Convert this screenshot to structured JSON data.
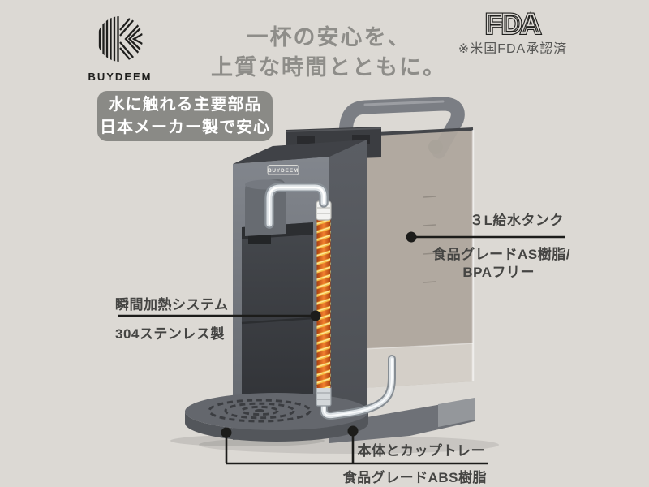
{
  "brand": {
    "logo": "buydeem-circle-k-mark",
    "wordmark": "BUYDEEM"
  },
  "heading": {
    "line1": "一杯の安心を、",
    "line2": "上質な時間とともに。"
  },
  "certification": {
    "logo_text": "FDA",
    "caption": "※米国FDA承認済"
  },
  "badge": {
    "line1": "水に触れる主要部品",
    "line2": "日本メーカー製で安心"
  },
  "product": {
    "front_label": "BUYDEEM"
  },
  "callouts": {
    "heating": {
      "title": "瞬間加熱システム",
      "subtitle": "304ステンレス製"
    },
    "tank": {
      "title": "３L給水タンク",
      "subtitle1": "食品グレードAS樹脂/",
      "subtitle2": "BPAフリー"
    },
    "body": {
      "title": "本体とカップトレー",
      "subtitle": "食品グレードABS樹脂"
    }
  },
  "colors": {
    "background": "#dcd9d4",
    "heading_text": "#8e8d89",
    "badge_background": "#8a8a86",
    "badge_text": "#ffffff",
    "annotation_text": "#454543",
    "callout_line": "#1c1c1a",
    "machine_body": "#73777e",
    "tank": "#aea79d",
    "handle": "#7b7e84",
    "coil_tube": "#e06a1c",
    "coil_wrap": "#f6c145",
    "chrome": "#dde2e6"
  }
}
